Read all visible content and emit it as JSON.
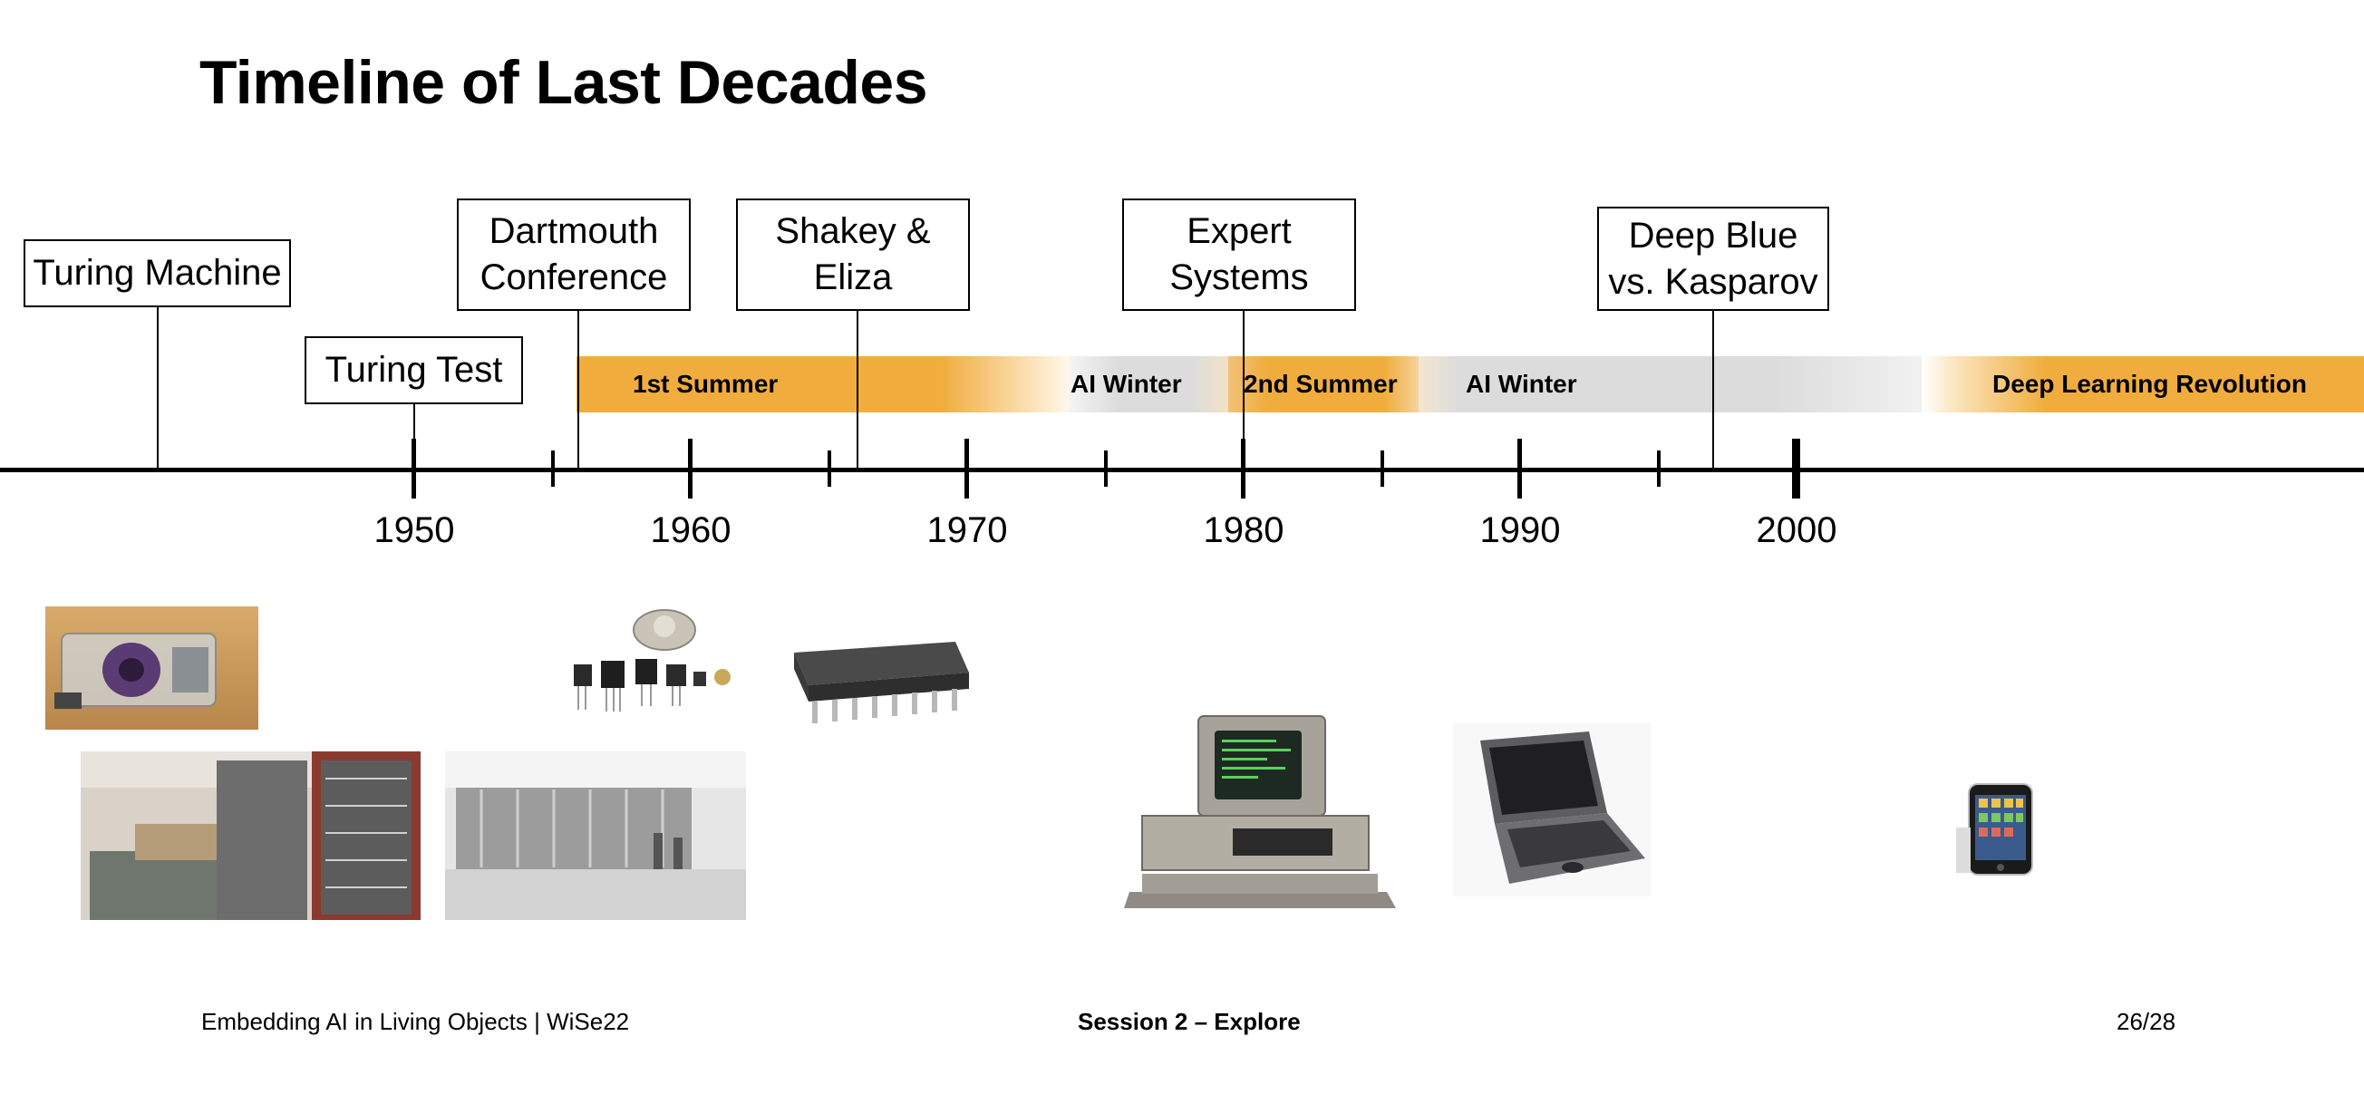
{
  "slide": {
    "title": "Timeline of Last Decades"
  },
  "events": [
    {
      "id": "turing-machine",
      "label": "Turing Machine"
    },
    {
      "id": "turing-test",
      "label": "Turing Test"
    },
    {
      "id": "dartmouth-conference",
      "label": "Dartmouth\nConference"
    },
    {
      "id": "shakey-eliza",
      "label": "Shakey &\nEliza"
    },
    {
      "id": "expert-systems",
      "label": "Expert\nSystems"
    },
    {
      "id": "deep-blue",
      "label": "Deep Blue\nvs. Kasparov"
    }
  ],
  "periods": [
    {
      "label": "1st Summer",
      "color": "#f0ad3e"
    },
    {
      "label": "AI Winter",
      "color": "#dcdcdc"
    },
    {
      "label": "2nd Summer",
      "color": "#f0ad3e"
    },
    {
      "label": "AI Winter",
      "color": "#dcdcdc"
    },
    {
      "label": "Deep Learning Revolution",
      "color": "#f0ad3e"
    }
  ],
  "axis": {
    "years": [
      "1950",
      "1960",
      "1970",
      "1980",
      "1990",
      "2000"
    ]
  },
  "footer": {
    "left": "Embedding AI in Living Objects | WiSe22",
    "center": "Session 2 – Explore",
    "right": "26/28"
  }
}
